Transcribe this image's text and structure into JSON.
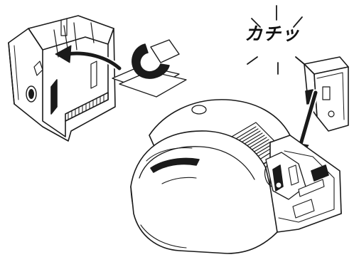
{
  "sound_effect": "カチッ",
  "colors": {
    "line": "#1a1a1a",
    "fill": "#ffffff",
    "shade": "#e6e6e6",
    "dark": "#222222"
  },
  "icons": {
    "cartridge_left": "ribbon-cartridge-open",
    "cleaning_roller": "cleaning-roller",
    "cleaning_card": "cleaning-card",
    "cartridge_right": "ribbon-cartridge-closed",
    "printer": "card-printer"
  }
}
